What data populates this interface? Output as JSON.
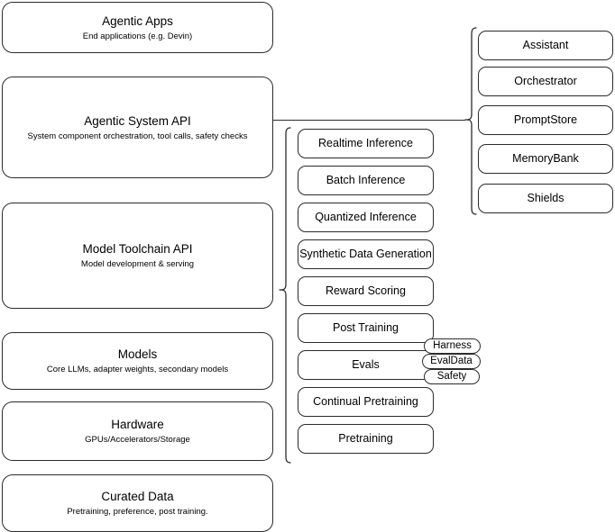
{
  "diagram": {
    "type": "layered-architecture-diagram",
    "background_color": "#ffffff",
    "stroke_color": "#2b2b2b"
  },
  "stack": {
    "layers": [
      {
        "title": "Agentic Apps",
        "subtitle": "End applications (e.g. Devin)"
      },
      {
        "title": "Agentic System API",
        "subtitle": "System component orchestration, tool calls, safety checks"
      },
      {
        "title": "Model Toolchain API",
        "subtitle": "Model development & serving"
      },
      {
        "title": "Models",
        "subtitle": "Core LLMs, adapter weights, secondary models"
      },
      {
        "title": "Hardware",
        "subtitle": "GPUs/Accelerators/Storage"
      },
      {
        "title": "Curated Data",
        "subtitle": "Pretraining, preference, post training."
      }
    ]
  },
  "toolchain_components": {
    "items": [
      {
        "label": "Realtime Inference"
      },
      {
        "label": "Batch Inference"
      },
      {
        "label": "Quantized Inference"
      },
      {
        "label": "Synthetic Data Generation"
      },
      {
        "label": "Reward Scoring"
      },
      {
        "label": "Post Training"
      },
      {
        "label": "Evals"
      },
      {
        "label": "Continual Pretraining"
      },
      {
        "label": "Pretraining"
      }
    ]
  },
  "eval_badges": {
    "items": [
      {
        "label": "Harness"
      },
      {
        "label": "EvalData"
      },
      {
        "label": "Safety"
      }
    ]
  },
  "system_components": {
    "items": [
      {
        "label": "Assistant"
      },
      {
        "label": "Orchestrator"
      },
      {
        "label": "PromptStore"
      },
      {
        "label": "MemoryBank"
      },
      {
        "label": "Shields"
      }
    ]
  }
}
